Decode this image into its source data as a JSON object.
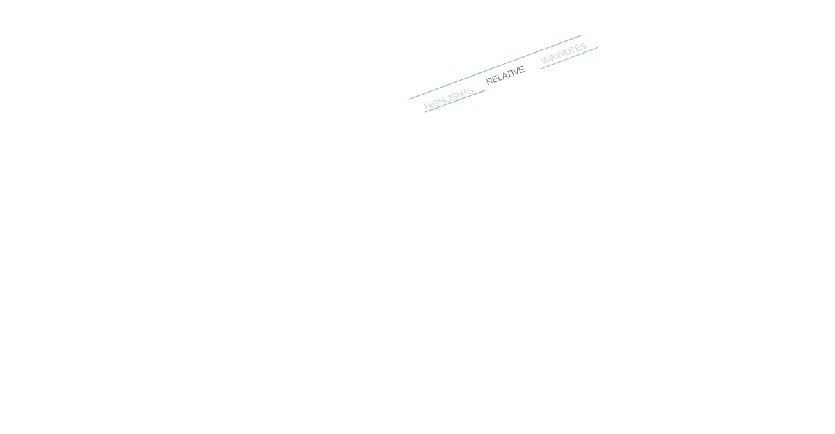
{
  "nav": {
    "active_tab": "RELATIVE",
    "tabs": [
      {
        "id": "highlights",
        "label": "HIGHLIGHTS",
        "active": false
      },
      {
        "id": "relative",
        "label": "RELATIVE",
        "active": true
      },
      {
        "id": "wikinotes",
        "label": "WIKINOTES",
        "active": false
      }
    ]
  },
  "colors": {
    "background": "#ffffff",
    "line_accent": "#8cc4b0",
    "tab_active": "#7a7a7a",
    "tab_inactive": "#d6d6d6"
  }
}
